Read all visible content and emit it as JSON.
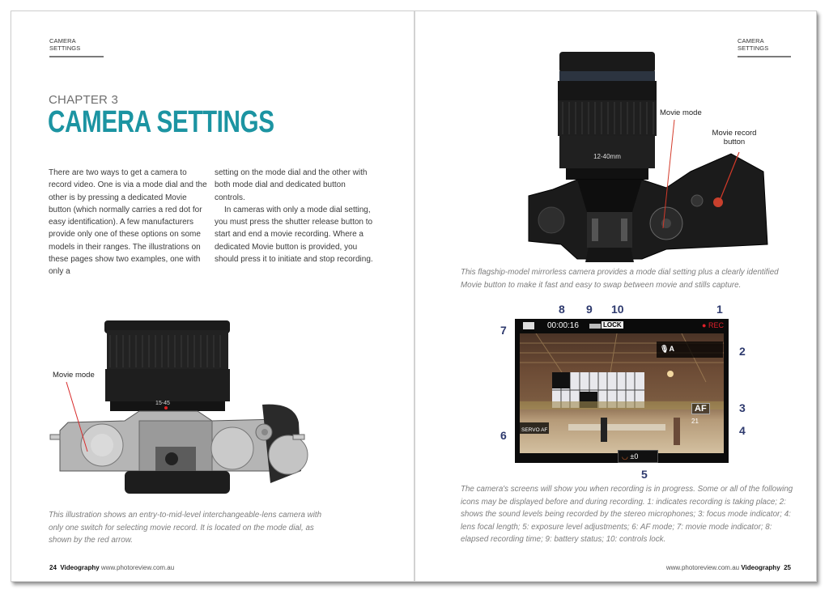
{
  "left_page": {
    "running_head": "CAMERA SETTINGS",
    "chapter_label": "CHAPTER 3",
    "chapter_title": "CAMERA SETTINGS",
    "body_col1": "There are two ways to get a camera to record video. One is via a mode dial and the other is by pressing a dedicated Movie button (which normally carries a red dot for easy identification). A few manufacturers provide only one of these options on some models in their ranges. The illustrations on these pages show two examples, one with only a",
    "body_col2_p1": "setting on the mode dial and the other with both mode dial and dedicated button controls.",
    "body_col2_p2": "In cameras with only a mode dial setting, you must press the shutter release button to start and end a movie recording. Where a dedicated Movie button is provided, you should press it to initiate and stop recording.",
    "figure": {
      "label_movie_mode": "Movie mode",
      "lens_marking": "15-45"
    },
    "caption": "This illustration shows an entry-to-mid-level interchangeable-lens camera with only one switch for selecting movie record. It is located on the mode dial, as shown by the red arrow.",
    "folio": {
      "page_number": "24",
      "publication": "Videography",
      "url": "www.photoreview.com.au"
    }
  },
  "right_page": {
    "running_head": "CAMERA SETTINGS",
    "figure1": {
      "label_movie_mode": "Movie mode",
      "label_record_button": "Movie record button",
      "lens_marking": "12-40mm"
    },
    "caption1": "This flagship-model mirrorless camera provides a mode dial setting plus a clearly identified Movie button to make it fast and easy to swap between movie and stills capture.",
    "figure2": {
      "callouts": [
        "1",
        "2",
        "3",
        "4",
        "5",
        "6",
        "7",
        "8",
        "9",
        "10"
      ],
      "osd": {
        "time": "00:00:16",
        "lock": "LOCK",
        "rec": "REC",
        "audio": "A",
        "af": "AF",
        "focal": "21",
        "exposure": "±0",
        "af_mode": "SERVO AF"
      }
    },
    "caption2": "The camera's screens will show you when recording is in progress. Some or all of the following icons may be displayed before and during recording. 1: indicates recording is taking place; 2: shows the sound levels being recorded by the stereo microphones; 3: focus mode indicator; 4: lens focal length; 5: exposure level adjustments; 6: AF mode; 7: movie mode indicator; 8: elapsed recording time; 9: battery status; 10: controls lock.",
    "folio": {
      "url": "www.photoreview.com.au",
      "publication": "Videography",
      "page_number": "25"
    }
  },
  "colors": {
    "title_teal": "#1c94a2",
    "callout_navy": "#2e3a6e",
    "rec_red": "#e0202a"
  }
}
